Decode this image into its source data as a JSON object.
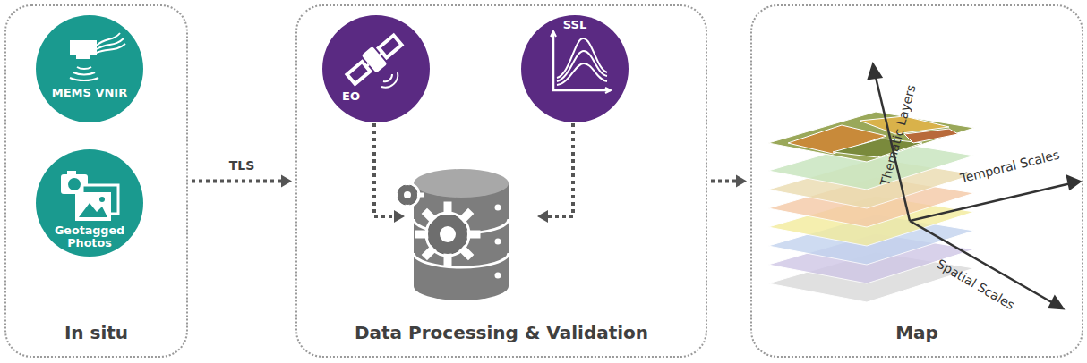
{
  "diagram": {
    "nodes": [
      {
        "text": [
          "In situ"
        ]
      },
      {
        "text": [
          "MEMS VNIR"
        ],
        "in": 0
      },
      {
        "text": [
          "Geotagged Photos"
        ],
        "in": 0
      },
      {
        "text": [
          "Data Processing & Validation"
        ]
      },
      {
        "text": [
          "EO"
        ],
        "in": 3
      },
      {
        "text": [
          "SSL"
        ],
        "in": 3
      },
      {
        "text": [
          "Map"
        ]
      }
    ],
    "edges": [
      {
        "from": 0,
        "to": 3,
        "label": "TLS",
        "arrow": "to"
      },
      {
        "from": 3,
        "to": 6,
        "arrow": "to"
      }
    ],
    "labels": [
      "Thematic Layers",
      "Temporal Scales",
      "Spatial Scales"
    ]
  }
}
